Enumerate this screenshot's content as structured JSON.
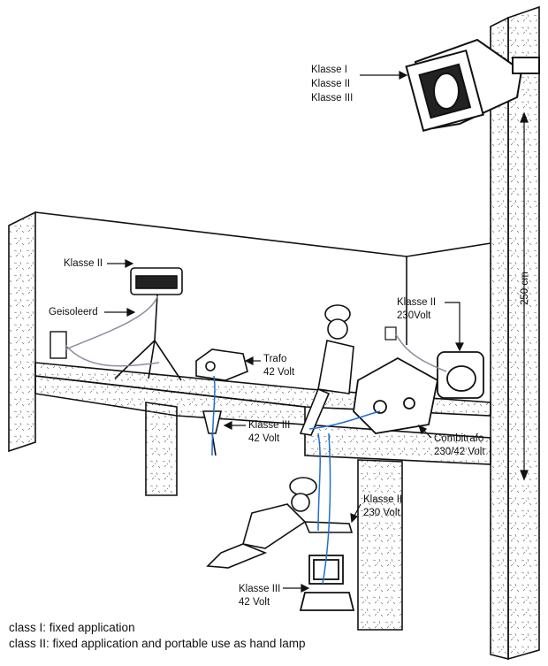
{
  "labels": {
    "top_lamp": [
      "Klasse I",
      "Klasse II",
      "Klasse III"
    ],
    "tripod_lamp": "Klasse II",
    "insulated": "Geisoleerd",
    "trafo": [
      "Trafo",
      "42 Volt"
    ],
    "hand_lamp": [
      "Klasse III",
      "42 Volt"
    ],
    "heater": [
      "Klasse II",
      "230Volt"
    ],
    "combitrafo": [
      "Combitrafo",
      "230/42 Volt"
    ],
    "drill": [
      "Klasse II",
      "230 Volt"
    ],
    "grinder": [
      "Klasse III",
      "42 Volt"
    ],
    "height": "250 cm"
  },
  "legend": [
    "class I:   fixed   application",
    "class II:  fixed application and portable use as hand lamp"
  ],
  "colors": {
    "cable": "#1f6fd1",
    "line": "#111111",
    "gray_cable": "#8a8fa0"
  }
}
